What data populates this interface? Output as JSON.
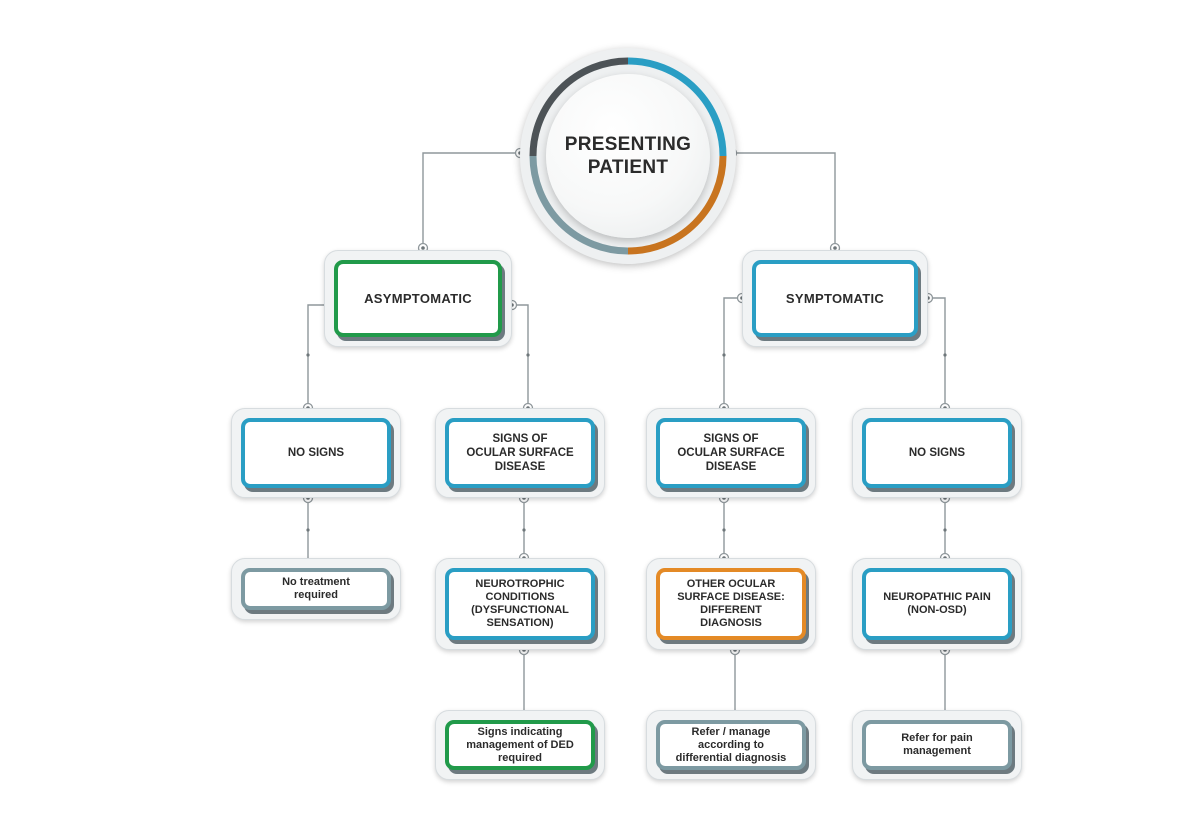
{
  "root": {
    "label": "PRESENTING\nPATIENT"
  },
  "level1": [
    {
      "label": "ASYMPTOMATIC",
      "color": "#219a4a"
    },
    {
      "label": "SYMPTOMATIC",
      "color": "#2a9ec4"
    }
  ],
  "level2": [
    {
      "label": "NO SIGNS",
      "color": "#2a9ec4"
    },
    {
      "label": "SIGNS OF\nOCULAR SURFACE\nDISEASE",
      "color": "#2a9ec4"
    },
    {
      "label": "SIGNS OF\nOCULAR SURFACE\nDISEASE",
      "color": "#2a9ec4"
    },
    {
      "label": "NO SIGNS",
      "color": "#2a9ec4"
    }
  ],
  "level3": [
    {
      "label": "No treatment\nrequired",
      "color": "#7d9aa2"
    },
    {
      "label": "NEUROTROPHIC\nCONDITIONS\n(DYSFUNCTIONAL\nSENSATION)",
      "color": "#2a9ec4"
    },
    {
      "label": "OTHER OCULAR\nSURFACE DISEASE:\nDIFFERENT\nDIAGNOSIS",
      "color": "#e48a26"
    },
    {
      "label": "NEUROPATHIC PAIN\n(NON-OSD)",
      "color": "#2a9ec4"
    }
  ],
  "level4": [
    {
      "label": "Signs indicating\nmanagement of DED\nrequired",
      "color": "#219a4a"
    },
    {
      "label": "Refer / manage\naccording to\ndifferential diagnosis",
      "color": "#7d9aa2"
    },
    {
      "label": "Refer for pain\nmanagement",
      "color": "#7d9aa2"
    }
  ],
  "root_ring_colors": [
    "#2a9ec4",
    "#c8741f",
    "#7d9aa2",
    "#4d5357"
  ]
}
